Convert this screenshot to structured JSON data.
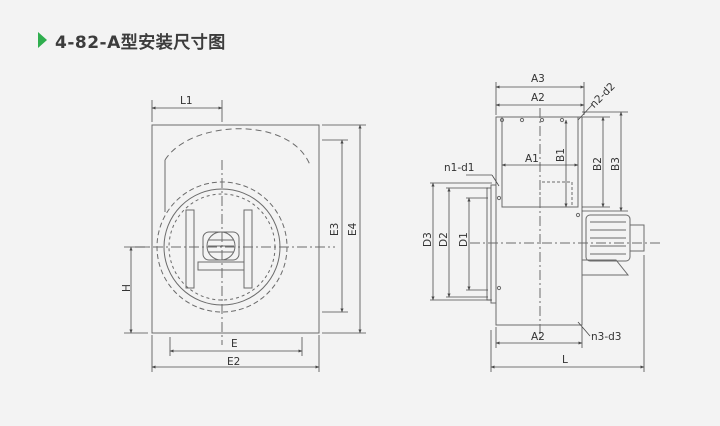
{
  "title": "4-82-A型安装尺寸图",
  "colors": {
    "accent": "#2fae4e",
    "line": "#6b6b6b",
    "dim": "#4a4a4a",
    "background": "#f3f3f3"
  },
  "front_view": {
    "labels": {
      "L1": "L1",
      "E": "E",
      "E2": "E2",
      "E3": "E3",
      "E4": "E4",
      "H": "H"
    }
  },
  "side_view": {
    "labels": {
      "A3": "A3",
      "A2_top": "A2",
      "A1": "A1",
      "n2d2": "n2-d2",
      "n1d1": "n1-d1",
      "B1": "B1",
      "B2": "B2",
      "B3": "B3",
      "D1": "D1",
      "D2": "D2",
      "D3": "D3",
      "A2_bottom": "A2",
      "n3d3": "n3-d3",
      "L": "L"
    }
  }
}
